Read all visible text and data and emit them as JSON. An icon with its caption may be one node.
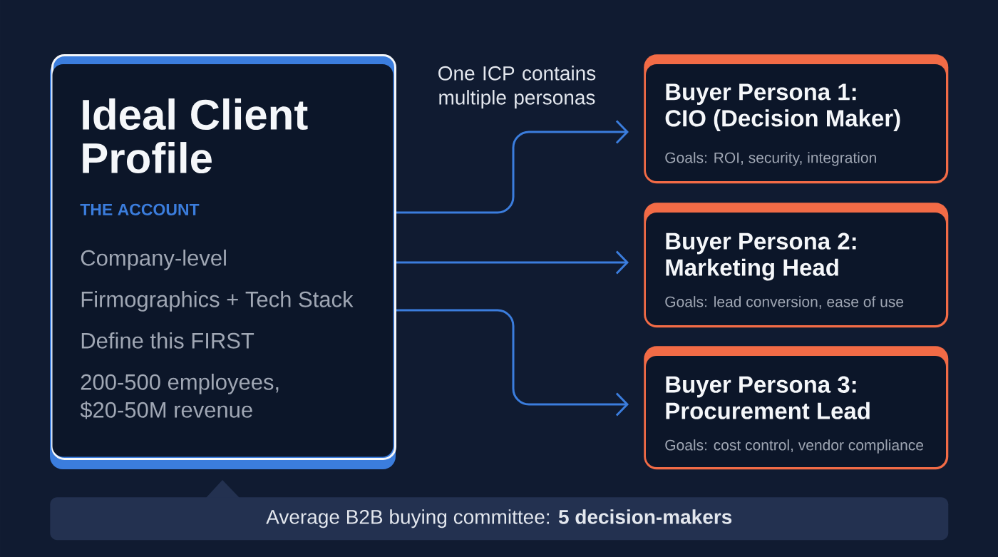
{
  "diagram": {
    "nodes": [
      {
        "text": [
          "Ideal Client Profile",
          "THE ACCOUNT",
          "Company-level",
          "Firmographics + Tech Stack",
          "Define this FIRST",
          "200-500 employees, $20-50M revenue"
        ]
      },
      {
        "text": [
          "Buyer Persona 1: CIO (Decision Maker)",
          "Goals: ROI, security, integration"
        ]
      },
      {
        "text": [
          "Buyer Persona 2: Marketing Head",
          "Goals: lead conversion, ease of use"
        ]
      },
      {
        "text": [
          "Buyer Persona 3: Procurement Lead",
          "Goals: cost control, vendor compliance"
        ]
      },
      {
        "text": [
          "Average B2B buying committee: **5 decision-makers**"
        ]
      }
    ],
    "edges": [
      {
        "from": 0,
        "to": 1,
        "arrow": "to"
      },
      {
        "from": 0,
        "to": 2,
        "arrow": "to"
      },
      {
        "from": 0,
        "to": 3,
        "arrow": "to"
      }
    ],
    "labels": [
      "One ICP contains multiple personas"
    ]
  }
}
